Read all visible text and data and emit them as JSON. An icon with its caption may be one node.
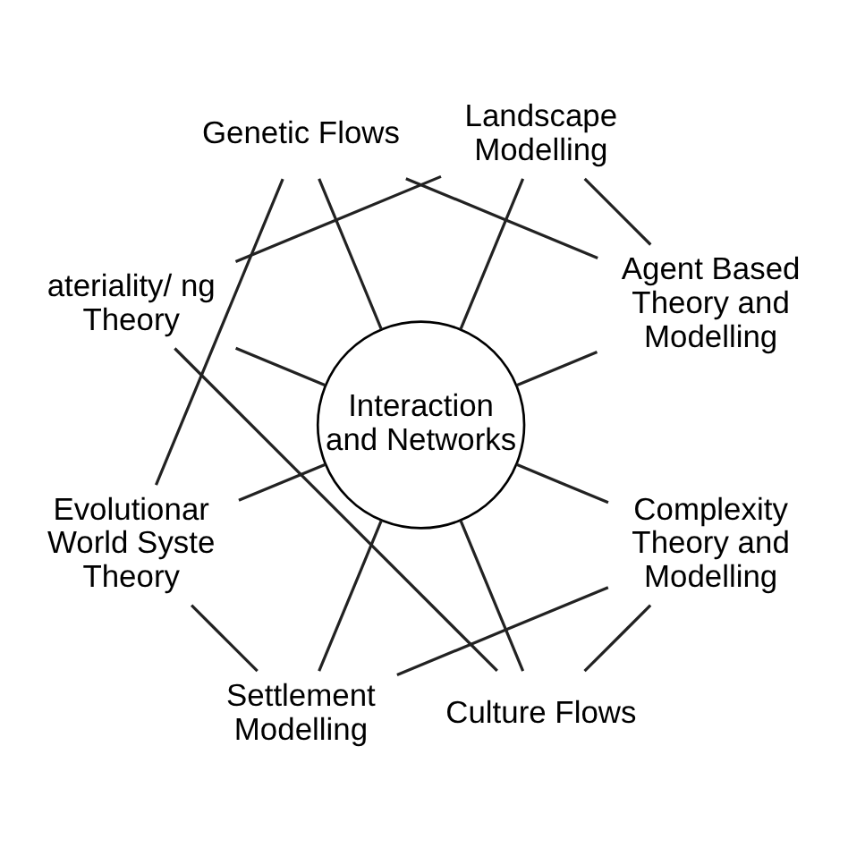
{
  "diagram": {
    "nodes": [
      {
        "text": [
          "Agent Based Theory and Modelling"
        ]
      },
      {
        "text": [
          "Landscape Modelling"
        ]
      },
      {
        "text": [
          "Genetic Flows"
        ]
      },
      {
        "text": [
          "Interaction and Networks"
        ]
      },
      {
        "text": [
          "ateriality/ ng Theory"
        ]
      },
      {
        "text": [
          "Evolutionar World Syste Theory"
        ]
      },
      {
        "text": [
          "Settlement Modelling"
        ]
      },
      {
        "text": [
          "Culture Flows"
        ]
      },
      {
        "text": [
          "Complexity Theory and Modelling"
        ]
      }
    ],
    "edges": [
      {
        "from": 3,
        "to": 0,
        "arrow": "none"
      },
      {
        "from": 3,
        "to": 2,
        "arrow": "none"
      },
      {
        "from": 3,
        "to": 5,
        "arrow": "none"
      },
      {
        "from": 3,
        "to": 6,
        "arrow": "none"
      },
      {
        "from": 3,
        "to": 8,
        "arrow": "none"
      },
      {
        "from": 3,
        "to": 7,
        "arrow": "none"
      },
      {
        "from": 3,
        "to": 4,
        "arrow": "none"
      },
      {
        "from": 3,
        "to": 1,
        "arrow": "none"
      },
      {
        "from": 0,
        "to": 2,
        "arrow": "none"
      },
      {
        "from": 2,
        "to": 5,
        "arrow": "none"
      },
      {
        "from": 5,
        "to": 6,
        "arrow": "none"
      },
      {
        "from": 6,
        "to": 8,
        "arrow": "none"
      },
      {
        "from": 8,
        "to": 7,
        "arrow": "none"
      },
      {
        "from": 7,
        "to": 4,
        "arrow": "none"
      },
      {
        "from": 4,
        "to": 1,
        "arrow": "none"
      },
      {
        "from": 1,
        "to": 0,
        "arrow": "none"
      }
    ]
  }
}
